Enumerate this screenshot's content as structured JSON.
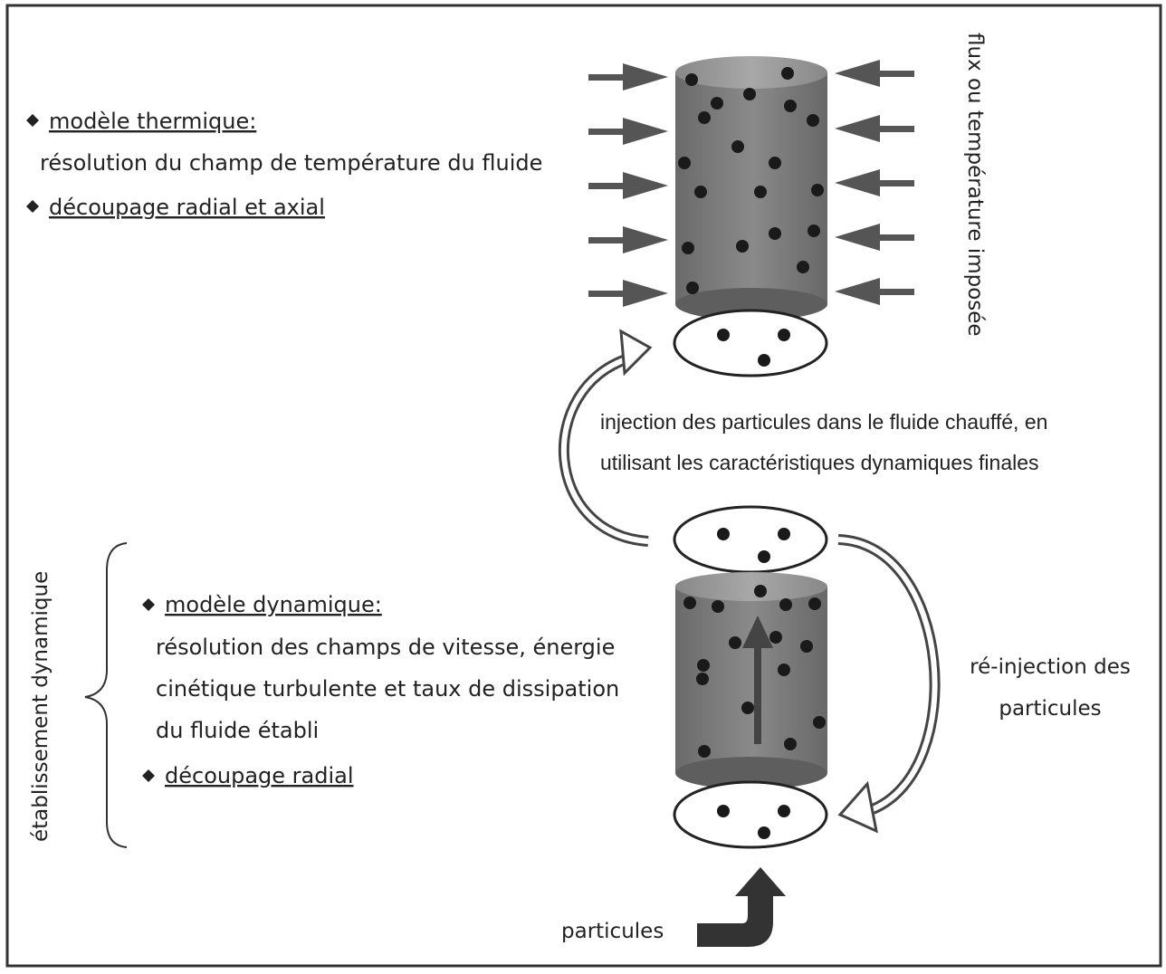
{
  "thermal": {
    "bullet1": "modèle thermique:",
    "line1": "résolution du champ de température du fluide",
    "bullet2": "découpage radial et axial"
  },
  "side_label": "flux ou température imposée",
  "injection": {
    "line1": "injection des particules dans le fluide chauffé, en",
    "line2": "utilisant les caractéristiques dynamiques finales"
  },
  "establishment_label": "établissement dynamique",
  "dynamic": {
    "bullet1": "modèle dynamique:",
    "line1": "résolution des champs de vitesse, énergie",
    "line2": "cinétique turbulente et taux de dissipation",
    "line3": "du fluide établi",
    "bullet2": "découpage radial"
  },
  "reinjection": {
    "line1": "ré-injection des",
    "line2": "particules"
  },
  "particles_label": "particules",
  "colors": {
    "cylinder_dark": "#5f5f5f",
    "cylinder_light": "#9a9a9a",
    "arrow_fill": "#555555",
    "frame": "#333333"
  }
}
